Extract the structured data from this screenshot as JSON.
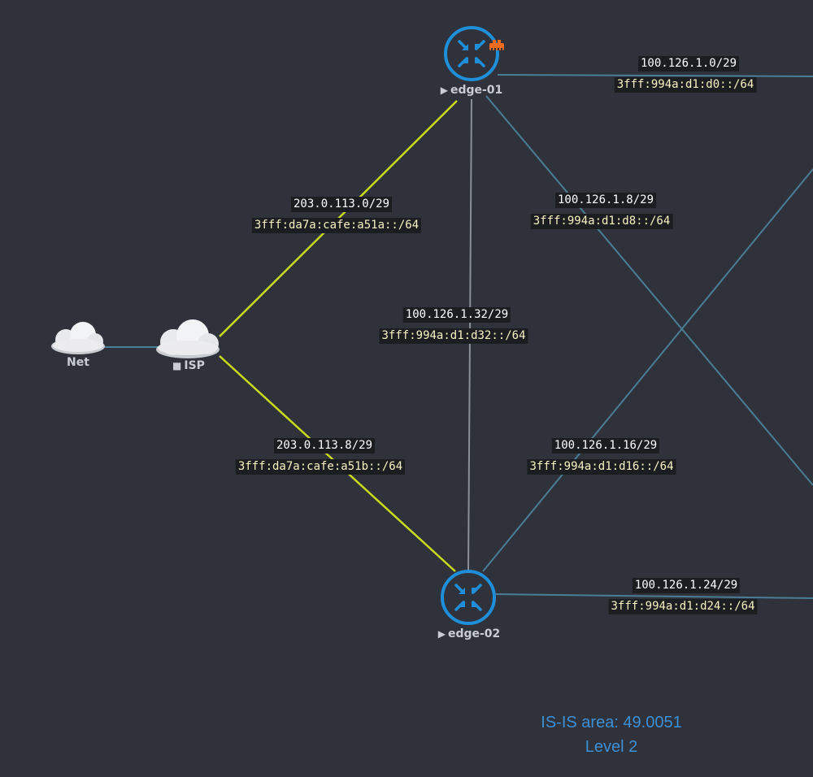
{
  "nodes": {
    "edge01": {
      "name": "edge-01",
      "state_mark": "▶",
      "icon": "router-icon",
      "badge": "orange-switch-badge-icon"
    },
    "edge02": {
      "name": "edge-02",
      "state_mark": "▶",
      "icon": "router-icon"
    },
    "isp": {
      "name": "ISP",
      "state_mark": "■",
      "icon": "cloud-icon"
    },
    "net": {
      "name": "Net",
      "icon": "cloud-icon"
    }
  },
  "links": {
    "edge01_right": {
      "v4": "100.126.1.0/29",
      "v6": "3fff:994a:d1:d0::/64"
    },
    "isp_edge01": {
      "v4": "203.0.113.0/29",
      "v6": "3fff:da7a:cafe:a51a::/64"
    },
    "edge01_diag": {
      "v4": "100.126.1.8/29",
      "v6": "3fff:994a:d1:d8::/64"
    },
    "edge01_edge02": {
      "v4": "100.126.1.32/29",
      "v6": "3fff:994a:d1:d32::/64"
    },
    "isp_edge02": {
      "v4": "203.0.113.8/29",
      "v6": "3fff:da7a:cafe:a51b::/64"
    },
    "edge02_diag": {
      "v4": "100.126.1.16/29",
      "v6": "3fff:994a:d1:d16::/64"
    },
    "edge02_right": {
      "v4": "100.126.1.24/29",
      "v6": "3fff:994a:d1:d24::/64"
    }
  },
  "area": {
    "line1": "IS-IS area: 49.0051",
    "line2": "Level 2"
  },
  "colors": {
    "background": "#2f323b",
    "link_internal": "#4a7d96",
    "link_isp": "#c8dc1c",
    "link_edges": "#8a8f98",
    "router": "#1e8fd8",
    "badge": "#f26a1b",
    "area_text": "#3d8fd6"
  }
}
